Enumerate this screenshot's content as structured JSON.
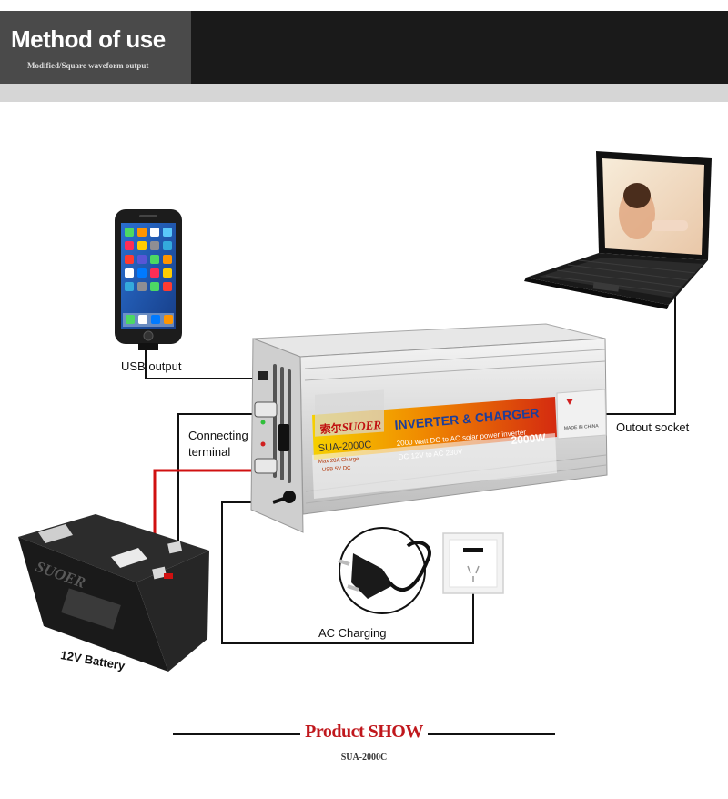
{
  "header": {
    "title": "Method of use",
    "subtitle": "Modified/Square waveform output"
  },
  "labels": {
    "usb_output": "USB output",
    "connecting_terminal": "Connecting terminal",
    "output_socket": "Outout socket",
    "ac_charging": "AC Charging",
    "battery": "12V Battery"
  },
  "inverter": {
    "brand": "SUOER",
    "brand_cn": "索尔",
    "model": "SUA-2000C",
    "title": "INVERTER & CHARGER",
    "line1": "2000 watt DC to AC solar power inverter",
    "line2": "DC 12V to AC 230V",
    "power": "2000W",
    "charge_note": "Max 20A Charge",
    "usb_note": "USB 5V DC",
    "made_in": "MADE IN CHINA"
  },
  "battery": {
    "brand": "SUOER"
  },
  "footer": {
    "title": "Product SHOW",
    "subtitle": "SUA-2000C"
  },
  "colors": {
    "header_dark": "#1a1a1a",
    "header_block": "#4a4a4a",
    "accent_red": "#c0171c",
    "wire": "#111111",
    "wire_red": "#d01010"
  }
}
